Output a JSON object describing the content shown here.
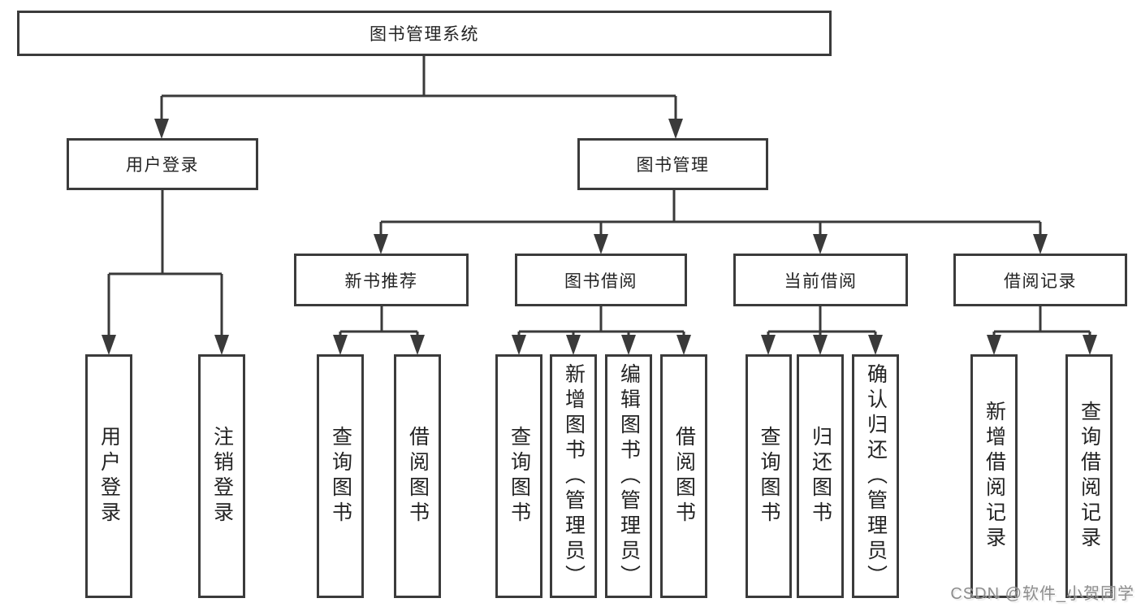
{
  "diagram": {
    "root": {
      "label": "图书管理系统"
    },
    "level2": [
      {
        "label": "用户登录"
      },
      {
        "label": "图书管理"
      }
    ],
    "level3": [
      {
        "label": "新书推荐"
      },
      {
        "label": "图书借阅"
      },
      {
        "label": "当前借阅"
      },
      {
        "label": "借阅记录"
      }
    ],
    "leaves": {
      "user_login": [
        "用户登录",
        "注销登录"
      ],
      "new_book": [
        "查询图书",
        "借阅图书"
      ],
      "book_borrow": [
        "查询图书",
        "新增图书（管理员）",
        "编辑图书（管理员）",
        "借阅图书"
      ],
      "current_borrow": [
        "查询图书",
        "归还图书",
        "确认归还（管理员）"
      ],
      "borrow_record": [
        "新增借阅记录",
        "查询借阅记录"
      ]
    }
  },
  "watermark": "CSDN @软件_小贺同学",
  "colors": {
    "line": "#3a3a3a",
    "box_border": "#3b3b3b",
    "text": "#232323",
    "watermark": "#8d8d8d",
    "background": "#ffffff"
  }
}
